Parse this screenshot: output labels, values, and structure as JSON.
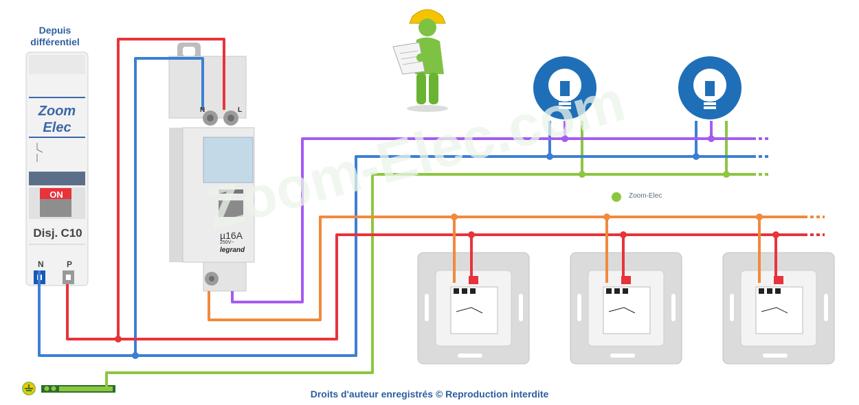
{
  "header": "Depuis différentiel",
  "breaker": {
    "brand": "Zoom Elec",
    "button": "ON",
    "model_prefix": "Disj.",
    "model": "C10",
    "terminal_n": "N",
    "terminal_p": "P"
  },
  "relay": {
    "terminal_n": "N",
    "terminal_l": "L",
    "rating": "µ16A",
    "voltage": "250V~",
    "manufacturer": "legrand"
  },
  "watermark_small": "Zoom-Elec",
  "watermark_large": "Zoom-Elec.com",
  "footer": "Droits d'auteur enregistrés © Reproduction interdite",
  "colors": {
    "phase": "#e8333a",
    "neutral": "#3b7fd4",
    "earth": "#8cc63f",
    "control": "#a35cf0",
    "return": "#f08a3c",
    "lamp": "#1f6fb8",
    "text_blue": "#2a5d9f"
  },
  "icons": [
    "worker-icon",
    "lamp-icon",
    "earth-symbol-icon",
    "push-button-icon"
  ]
}
